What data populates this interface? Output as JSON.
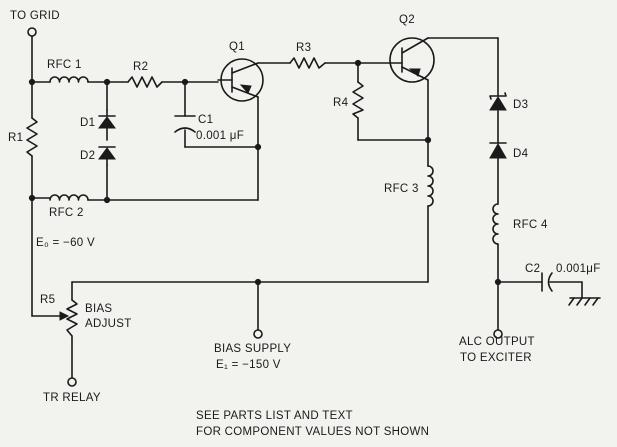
{
  "labels": {
    "to_grid": "TO GRID",
    "rfc1": "RFC 1",
    "rfc2": "RFC 2",
    "rfc3": "RFC 3",
    "rfc4": "RFC 4",
    "r1": "R1",
    "r2": "R2",
    "r3": "R3",
    "r4": "R4",
    "r5": "R5",
    "d1": "D1",
    "d2": "D2",
    "d3": "D3",
    "d4": "D4",
    "c1": "C1",
    "c1_value": "0.001 μF",
    "c2": "C2",
    "c2_value": "0.001μF",
    "q1": "Q1",
    "q2": "Q2",
    "e0": "E₀ = −60 V",
    "bias_adjust_1": "BIAS",
    "bias_adjust_2": "ADJUST",
    "tr_relay": "TR RELAY",
    "bias_supply": "BIAS SUPPLY",
    "e1": "E₁ = −150 V",
    "alc_1": "ALC OUTPUT",
    "alc_2": "TO EXCITER",
    "note_1": "SEE PARTS LIST AND TEXT",
    "note_2": "FOR COMPONENT VALUES NOT SHOWN"
  }
}
